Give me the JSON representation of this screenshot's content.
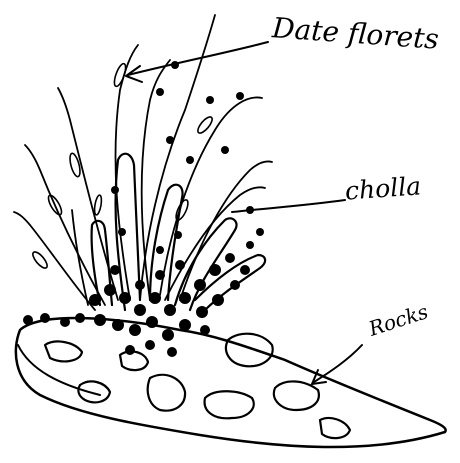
{
  "labels": {
    "date_florets": "Date florets",
    "cholla": "cholla",
    "rocks": "Rocks"
  },
  "colors": {
    "ink": "#000000",
    "paper": "#ffffff"
  }
}
